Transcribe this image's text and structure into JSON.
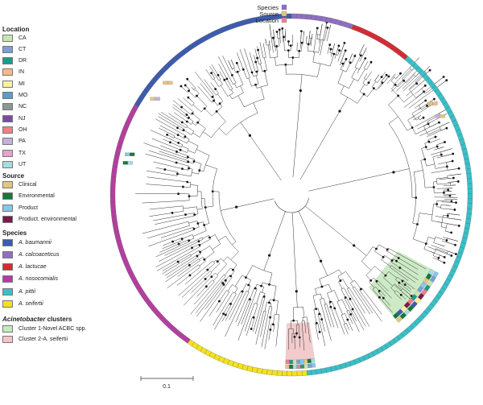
{
  "legend": {
    "location": {
      "title": "Location",
      "items": [
        {
          "label": "CA",
          "color": "#c8e6b4"
        },
        {
          "label": "CT",
          "color": "#7b9fd6"
        },
        {
          "label": "DR",
          "color": "#1f9a8a"
        },
        {
          "label": "IN",
          "color": "#f5b98c"
        },
        {
          "label": "MI",
          "color": "#f6f29e"
        },
        {
          "label": "MO",
          "color": "#5e9bc6"
        },
        {
          "label": "NC",
          "color": "#8c9694"
        },
        {
          "label": "NJ",
          "color": "#7a4aa8"
        },
        {
          "label": "OH",
          "color": "#ee7f86"
        },
        {
          "label": "PA",
          "color": "#c3b1da"
        },
        {
          "label": "TX",
          "color": "#e4a3ce"
        },
        {
          "label": "UT",
          "color": "#a6dde0"
        }
      ]
    },
    "source": {
      "title": "Source",
      "items": [
        {
          "label": "Clinical",
          "color": "#e1c77e"
        },
        {
          "label": "Environmental",
          "color": "#137a3a"
        },
        {
          "label": "Product",
          "color": "#86c7ec"
        },
        {
          "label": "Product. environmental",
          "color": "#7a1b47"
        }
      ]
    },
    "species": {
      "title": "Species",
      "items": [
        {
          "label": "A. baumannii",
          "color": "#3c5bb0"
        },
        {
          "label": "A. calcoaceticus",
          "color": "#8f6fc2"
        },
        {
          "label": "A. lactucae",
          "color": "#d62a31"
        },
        {
          "label": "A. nosocomialis",
          "color": "#b43ea0"
        },
        {
          "label": "A. pittii",
          "color": "#38c0c9"
        },
        {
          "label": "A. seifertii",
          "color": "#f4e21c"
        }
      ]
    },
    "clusters": {
      "title_italic": "Acinetobacter",
      "title_rest": " clusters",
      "items": [
        {
          "label": "Cluster 1-Novel ACBC spp.",
          "color": "#c8e8c0"
        },
        {
          "label": "Cluster 2-A. seifertii",
          "color": "#f2c6c8"
        }
      ]
    }
  },
  "tracks": {
    "species": "Species",
    "source": "Source",
    "location": "Location"
  },
  "scale_bar": {
    "label": "0.1"
  }
}
